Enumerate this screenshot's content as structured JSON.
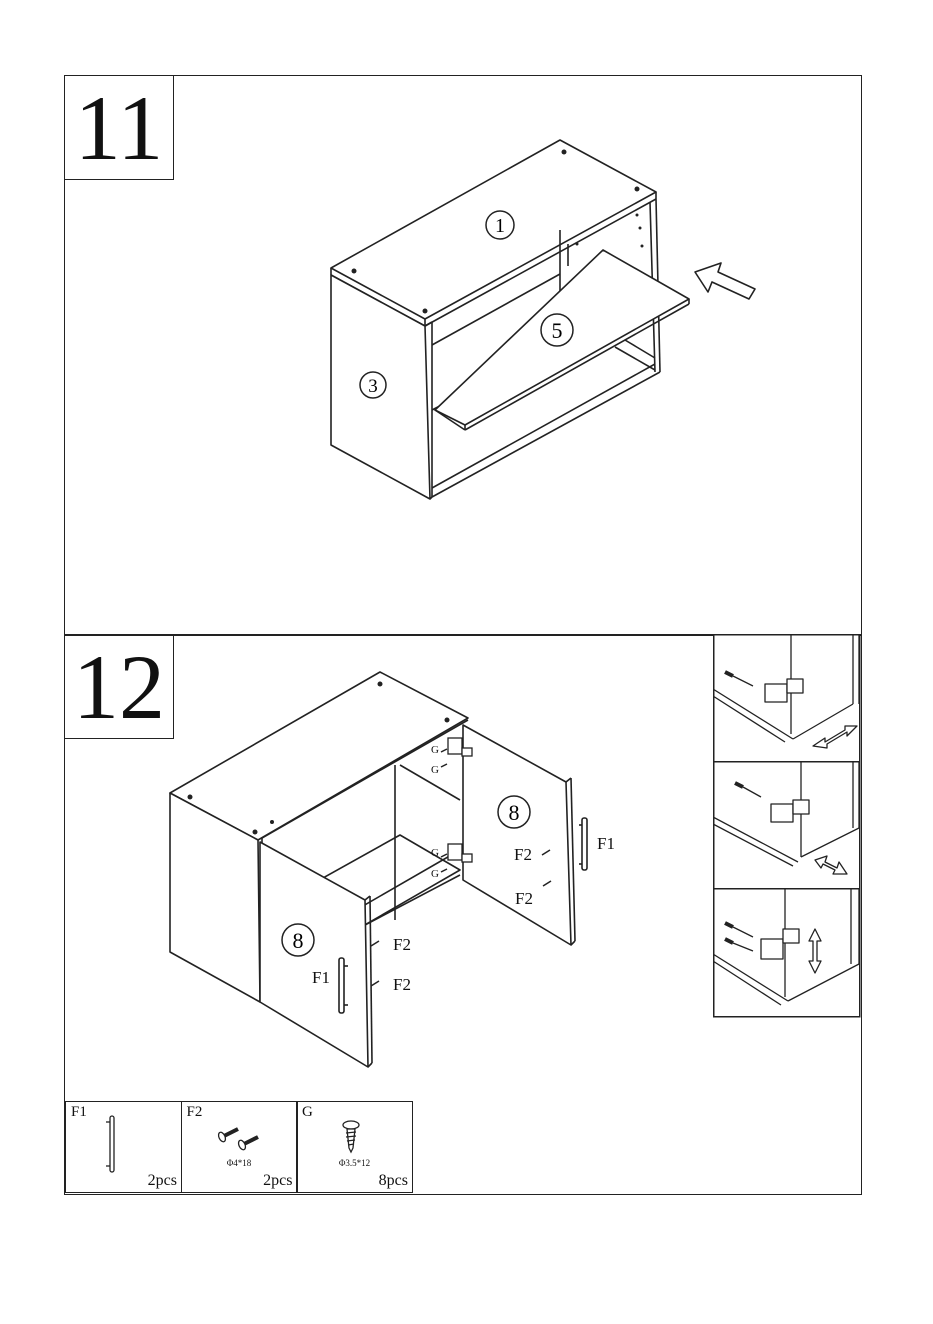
{
  "step11": {
    "number": "11",
    "labels": {
      "top_panel": "1",
      "side_panel": "3",
      "shelf": "5"
    }
  },
  "step12": {
    "number": "12",
    "labels": {
      "door_right": "8",
      "door_left": "8",
      "handle_right": "F1",
      "handle_left": "F1",
      "screw_r1": "F2",
      "screw_r2": "F2",
      "screw_l1": "F2",
      "screw_l2": "F2",
      "hinge_top_1": "G",
      "hinge_top_2": "G",
      "hinge_bot_1": "G",
      "hinge_bot_2": "G"
    }
  },
  "parts": [
    {
      "code": "F1",
      "spec": "",
      "qty": "2pcs",
      "icon": "handle-icon"
    },
    {
      "code": "F2",
      "spec": "Φ4*18",
      "qty": "2pcs",
      "icon": "bolt-icon"
    },
    {
      "code": "G",
      "spec": "Φ3.5*12",
      "qty": "8pcs",
      "icon": "screw-icon"
    }
  ]
}
